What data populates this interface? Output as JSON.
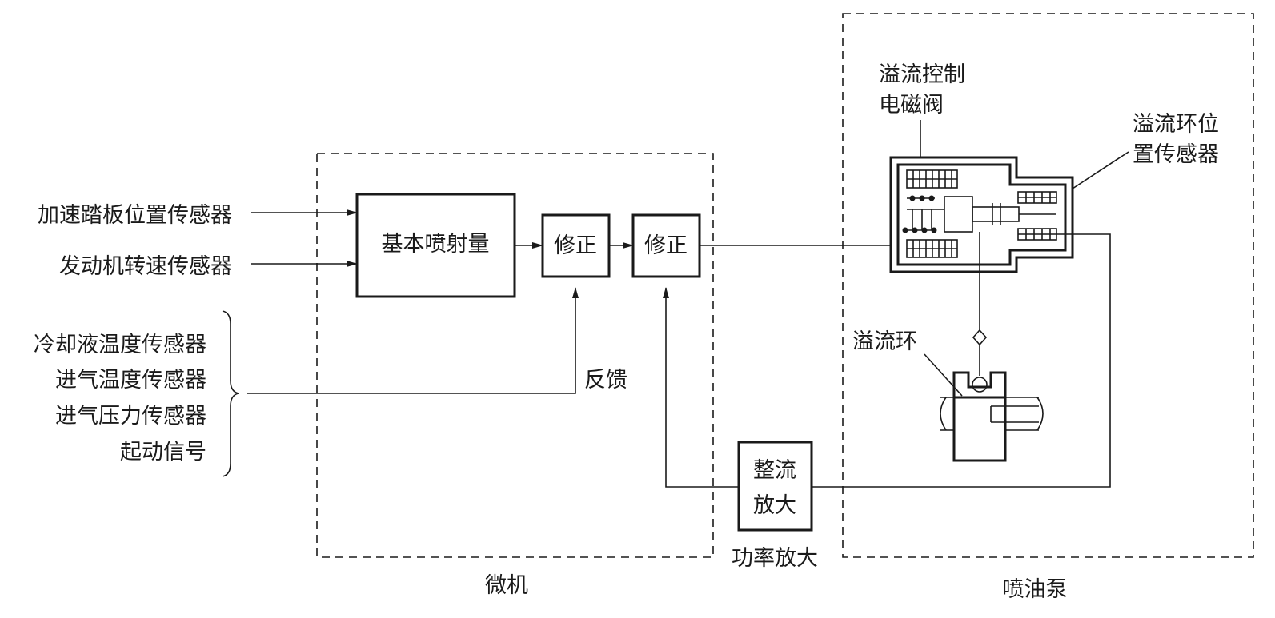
{
  "sensors": {
    "accel_pedal": "加速踏板位置传感器",
    "engine_speed": "发动机转速传感器",
    "coolant_temp": "冷却液温度传感器",
    "intake_temp": "进气温度传感器",
    "intake_pressure": "进气压力传感器",
    "start_signal": "起动信号"
  },
  "microcomputer": {
    "label": "微机",
    "base_injection": "基本喷射量",
    "correction_1": "修正",
    "correction_2": "修正",
    "feedback": "反馈"
  },
  "power_amp": {
    "label": "功率放大",
    "rectifier_line1": "整流",
    "rectifier_line2": "放大"
  },
  "pump": {
    "label": "喷油泵",
    "solenoid_line1": "溢流控制",
    "solenoid_line2": "电磁阀",
    "ring_sensor_line1": "溢流环位",
    "ring_sensor_line2": "置传感器",
    "spill_ring": "溢流环"
  }
}
